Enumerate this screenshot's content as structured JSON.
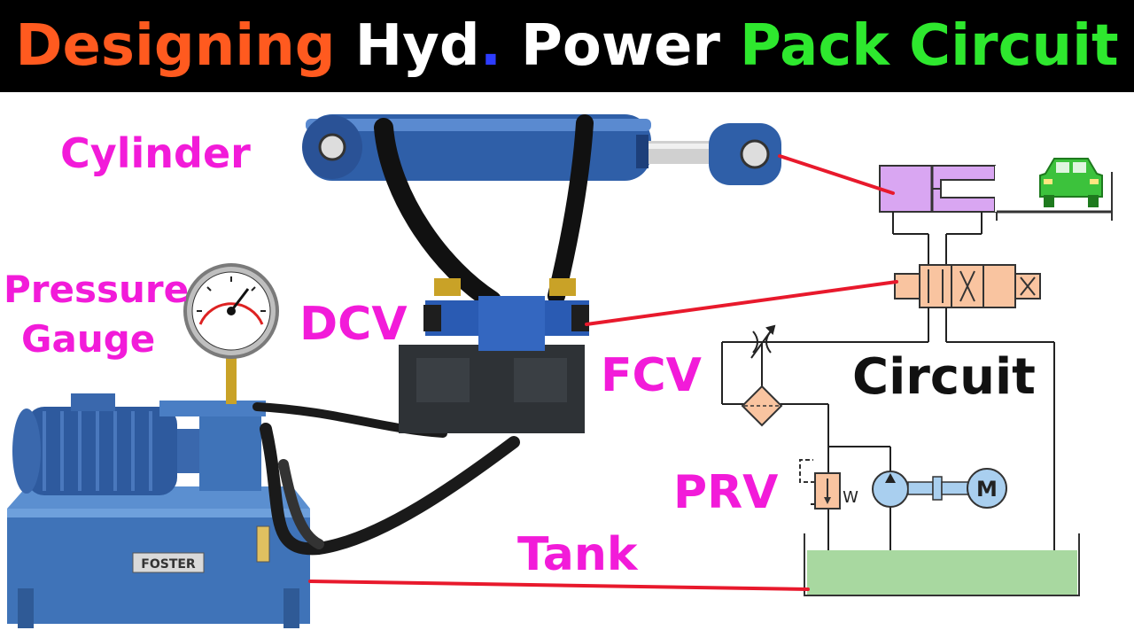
{
  "title": {
    "parts": [
      {
        "text": "Designing",
        "color": "#ff5a1f"
      },
      {
        "text": "Hyd",
        "color": "#ffffff"
      },
      {
        "text": ".",
        "color": "#2d3cff"
      },
      {
        "text": "Power",
        "color": "#ffffff"
      },
      {
        "text": "Pack Circuit",
        "color": "#2ee82e"
      }
    ]
  },
  "labels": {
    "cylinder": "Cylinder",
    "pressure_line1": "Pressure",
    "pressure_line2": "Gauge",
    "dcv": "DCV",
    "fcv": "FCV",
    "prv": "PRV",
    "tank": "Tank",
    "circuit": "Circuit",
    "motor": "M",
    "prv_spring": "W",
    "brand": "FOSTER"
  },
  "colors": {
    "label_pink": "#f21bd9",
    "pointer_red": "#e8192c",
    "cylinder_purple": "#d9a6f2",
    "valve_peach": "#f9c4a0",
    "pump_blue": "#a9cfef",
    "tank_green": "#a8d8a0",
    "car_green": "#3cc23c",
    "equipment_blue": "#2e5a9e"
  },
  "icons": [
    "car-icon",
    "motor-icon",
    "pump-icon",
    "filter-icon",
    "pressure-gauge-icon"
  ]
}
